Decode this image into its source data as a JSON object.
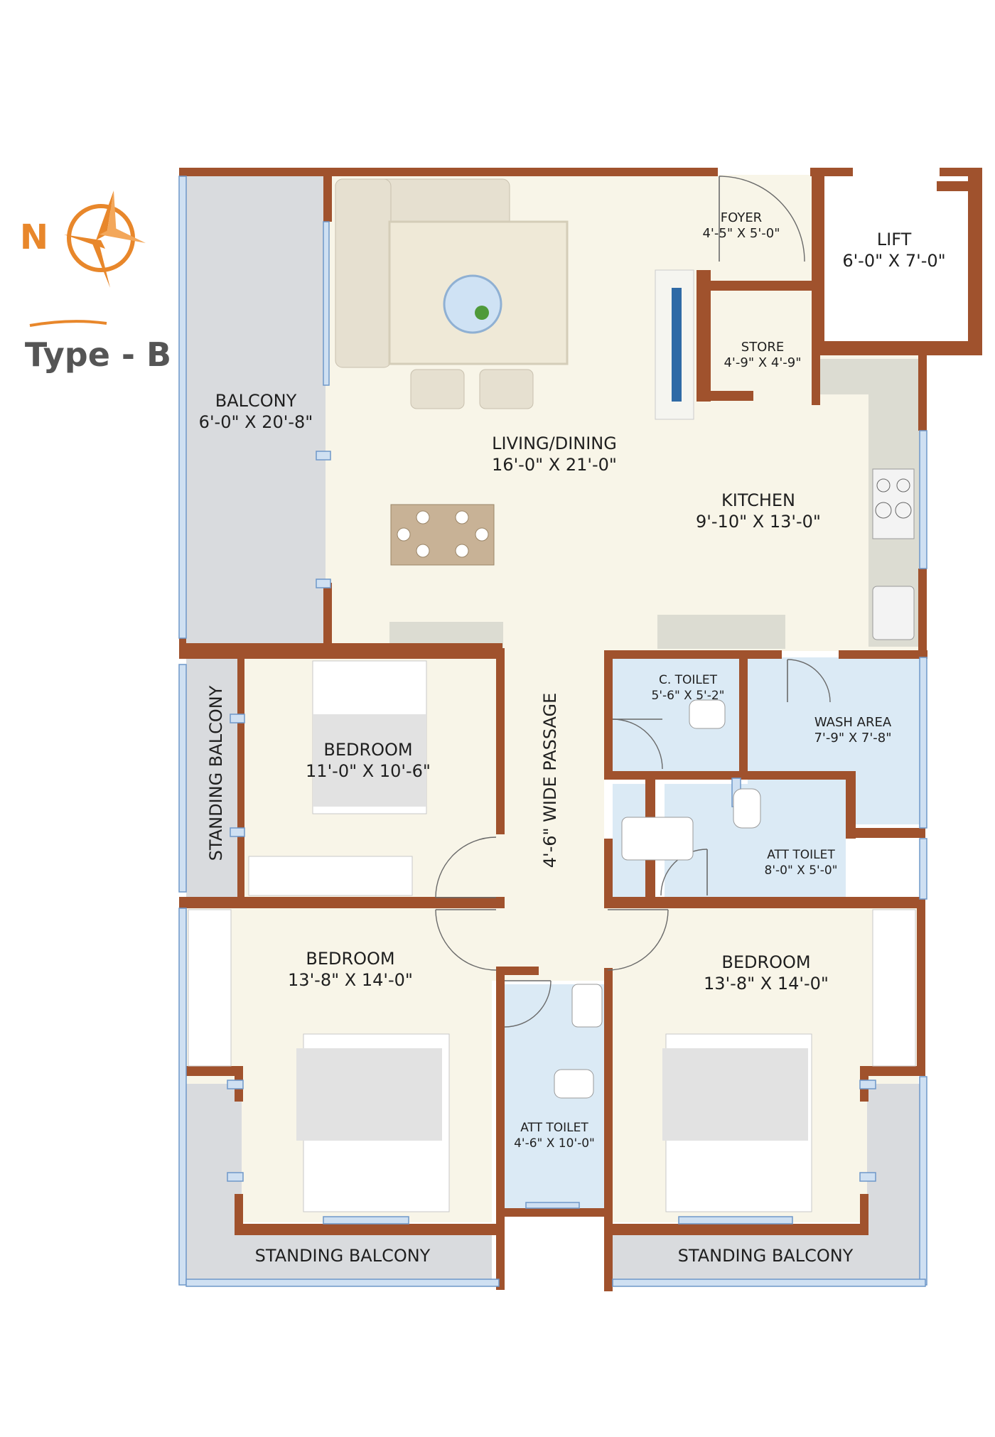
{
  "header": {
    "compass_letter": "N",
    "type_label": "Type - B"
  },
  "colors": {
    "wall": "#a0522d",
    "floor": "#f8f5e8",
    "balcony": "#d9dbde",
    "wet_area": "#dbeaf5",
    "compass": "#e8872b"
  },
  "rooms": {
    "balcony": {
      "name": "BALCONY",
      "size": "6'-0\" X 20'-8\""
    },
    "living": {
      "name": "LIVING/DINING",
      "size": "16'-0\" X 21'-0\""
    },
    "foyer": {
      "name": "FOYER",
      "size": "4'-5\" X 5'-0\""
    },
    "lift": {
      "name": "LIFT",
      "size": "6'-0\" X 7'-0\""
    },
    "store": {
      "name": "STORE",
      "size": "4'-9\" X 4'-9\""
    },
    "kitchen": {
      "name": "KITCHEN",
      "size": "9'-10\" X 13'-0\""
    },
    "c_toilet": {
      "name": "C. TOILET",
      "size": "5'-6\" X 5'-2\""
    },
    "wash_area": {
      "name": "WASH AREA",
      "size": "7'-9\" X 7'-8\""
    },
    "bedroom_1": {
      "name": "BEDROOM",
      "size": "11'-0\" X 10'-6\""
    },
    "standing_balcony_left": {
      "name": "STANDING BALCONY"
    },
    "passage": {
      "name": "4'-6\" WIDE PASSAGE"
    },
    "att_toilet_1": {
      "name": "ATT TOILET",
      "size": "8'-0\" X 5'-0\""
    },
    "bedroom_2": {
      "name": "BEDROOM",
      "size": "13'-8\" X 14'-0\""
    },
    "bedroom_3": {
      "name": "BEDROOM",
      "size": "13'-8\" X 14'-0\""
    },
    "att_toilet_2": {
      "name": "ATT TOILET",
      "size": "4'-6\" X 10'-0\""
    },
    "standing_balcony_bottom_left": {
      "name": "STANDING BALCONY"
    },
    "standing_balcony_bottom_right": {
      "name": "STANDING BALCONY"
    }
  }
}
